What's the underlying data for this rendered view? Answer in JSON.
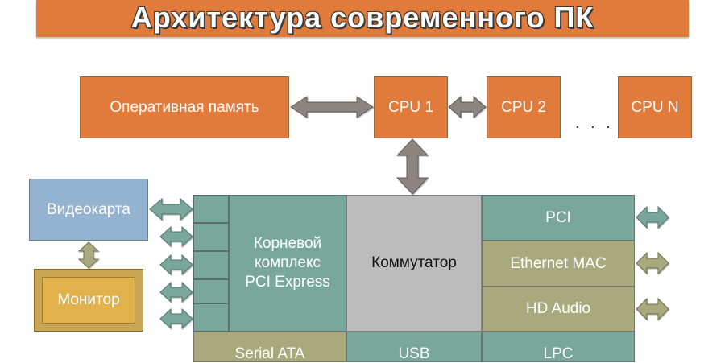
{
  "title": "Архитектура современного ПК",
  "memory_label": "Оперативная память",
  "cpus": [
    "CPU 1",
    "CPU 2",
    "CPU N"
  ],
  "cpu_ellipsis": ". . .",
  "gpu_label": "Видеокарта",
  "monitor_label": "Монитор",
  "root_complex_lines": [
    "Корневой",
    "комплекс",
    "PCI Express"
  ],
  "switch_label": "Коммутатор",
  "pci_label": "PCI",
  "ethernet_label": "Ethernet MAC",
  "audio_label": "HD Audio",
  "sata_label": "Serial ATA",
  "usb_label": "USB",
  "lpc_label": "LPC",
  "colors": {
    "orange": "#e07b3c",
    "teal": "#79a89b",
    "olive": "#a9a97e",
    "gray": "#bcbcbc",
    "blue": "#94b3d1",
    "gold": "#e1b14c",
    "arrow_gray": "#8c8480",
    "arrow_teal": "#79a89b",
    "arrow_olive": "#a9a97e"
  }
}
